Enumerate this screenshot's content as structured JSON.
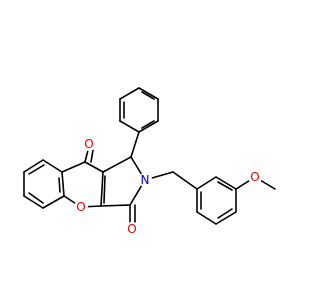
{
  "colors": {
    "background": "#ffffff",
    "bond": "#000000",
    "oxygen": "#e00000",
    "nitrogen": "#0000e0"
  },
  "atoms": {
    "ketone_o": "O",
    "lactam_o": "O",
    "pyran_o": "O",
    "methoxy_o": "O",
    "amine_n": "N"
  }
}
